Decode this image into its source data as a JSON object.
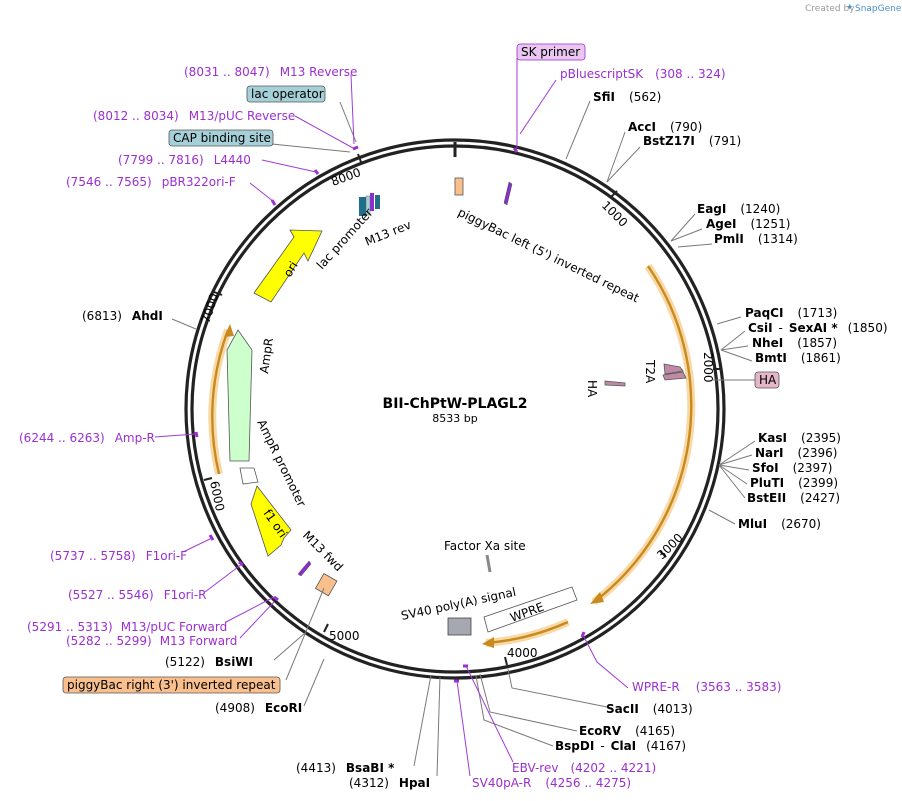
{
  "watermark": {
    "created_by": "Created by",
    "app": "SnapGene"
  },
  "plasmid": {
    "name": "BII-ChPtW-PLAGL2",
    "size_label": "8533 bp"
  },
  "ticks": [
    "1000",
    "2000",
    "3000",
    "4000",
    "5000",
    "6000",
    "7000",
    "8000"
  ],
  "enzymes": {
    "sfiI": {
      "name": "SfiI",
      "pos": "(562)"
    },
    "accI": {
      "name": "AccI",
      "pos": "(790)"
    },
    "bstZ17I": {
      "name": "BstZ17I",
      "pos": "(791)"
    },
    "eagI": {
      "name": "EagI",
      "pos": "(1240)"
    },
    "ageI": {
      "name": "AgeI",
      "pos": "(1251)"
    },
    "pmlI": {
      "name": "PmlI",
      "pos": "(1314)"
    },
    "paqCI": {
      "name": "PaqCI",
      "pos": "(1713)"
    },
    "csiI": {
      "name": "CsiI",
      "sep": "-",
      "name2": "SexAI *",
      "pos": "(1850)"
    },
    "nheI": {
      "name": "NheI",
      "pos": "(1857)"
    },
    "bmtI": {
      "name": "BmtI",
      "pos": "(1861)"
    },
    "kasI": {
      "name": "KasI",
      "pos": "(2395)"
    },
    "narI": {
      "name": "NarI",
      "pos": "(2396)"
    },
    "sfoI": {
      "name": "SfoI",
      "pos": "(2397)"
    },
    "pluTI": {
      "name": "PluTI",
      "pos": "(2399)"
    },
    "bstEII": {
      "name": "BstEII",
      "pos": "(2427)"
    },
    "mluI": {
      "name": "MluI",
      "pos": "(2670)"
    },
    "sacII": {
      "name": "SacII",
      "pos": "(4013)"
    },
    "ecoRV": {
      "name": "EcoRV",
      "pos": "(4165)"
    },
    "bspDI": {
      "name": "BspDI",
      "sep": "-",
      "name2": "ClaI",
      "pos": "(4167)"
    },
    "bsaBI": {
      "name": "BsaBI *",
      "pos": "(4413)"
    },
    "hpaI": {
      "name": "HpaI",
      "pos": "(4312)"
    },
    "ecoRI": {
      "name": "EcoRI",
      "pos": "(4908)"
    },
    "bsiWI": {
      "name": "BsiWI",
      "pos": "(5122)"
    },
    "ahdI": {
      "name": "AhdI",
      "pos": "(6813)"
    }
  },
  "primers": {
    "pbluescriptSK": {
      "name": "pBluescriptSK",
      "pos": "(308 .. 324)"
    },
    "wpreR": {
      "name": "WPRE-R",
      "pos": "(3563 .. 3583)"
    },
    "ebvRev": {
      "name": "EBV-rev",
      "pos": "(4202 .. 4221)"
    },
    "sv40paR": {
      "name": "SV40pA-R",
      "pos": "(4256 .. 4275)"
    },
    "m13pucFwd": {
      "name": "M13/pUC Forward",
      "pos": "(5291 .. 5313)"
    },
    "m13Fwd": {
      "name": "M13 Forward",
      "pos": "(5282 .. 5299)"
    },
    "f1oriR": {
      "name": "F1ori-R",
      "pos": "(5527 .. 5546)"
    },
    "f1oriF": {
      "name": "F1ori-F",
      "pos": "(5737 .. 5758)"
    },
    "ampR": {
      "name": "Amp-R",
      "pos": "(6244 .. 6263)"
    },
    "pbr322": {
      "name": "pBR322ori-F",
      "pos": "(7546 .. 7565)"
    },
    "l4440": {
      "name": "L4440",
      "pos": "(7799 .. 7816)"
    },
    "m13pucRev": {
      "name": "M13/pUC Reverse",
      "pos": "(8012 .. 8034)"
    },
    "m13Rev": {
      "name": "M13 Reverse",
      "pos": "(8031 .. 8047)"
    }
  },
  "boxed_labels": {
    "sk_primer": "SK primer",
    "lac_operator": "lac operator",
    "cap_site": "CAP binding site",
    "ha_box": "HA",
    "piggybac_right": "piggyBac right (3') inverted repeat"
  },
  "inner_labels": {
    "piggybac_left": "piggyBac left (5') inverted repeat",
    "t2a": "T2A",
    "ha": "HA",
    "factor_xa": "Factor Xa site",
    "sv40": "SV40 poly(A) signal",
    "wpre": "WPRE",
    "m13_rev": "M13 rev",
    "lac_promoter": "lac promoter",
    "ori": "ori",
    "ampr": "AmpR",
    "ampr_promoter": "AmpR promoter",
    "f1_ori": "f1 ori",
    "m13_fwd": "M13 fwd"
  },
  "colors": {
    "backbone": "#222222",
    "primer": "#9b2fd1",
    "ori": "#ffff00",
    "ampr": "#ccffcc",
    "orf": "#e8a93a",
    "lac": "#a6d0d8",
    "piggybac": "#f9c08e",
    "sv40": "#a5a8b0",
    "ha": "#e5b6c8",
    "sk": "#e9c7f0"
  }
}
